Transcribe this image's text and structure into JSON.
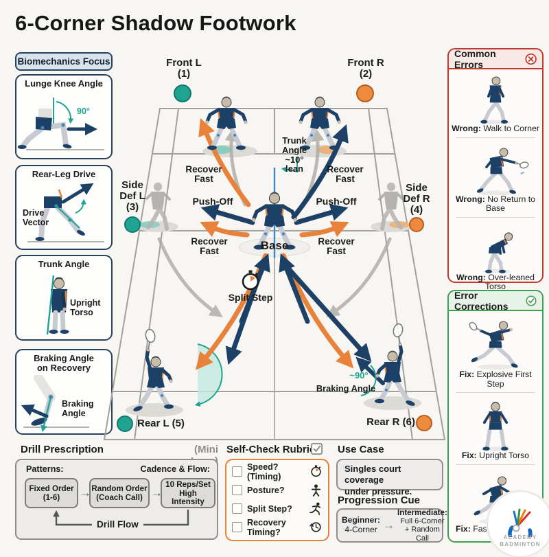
{
  "title": "6-Corner Shadow Footwork",
  "colors": {
    "teal": "#1fa493",
    "orange": "#e8823b",
    "navy": "#1d4066",
    "red": "#c0392b",
    "green": "#3f9e4f"
  },
  "biomech": {
    "header": "Biomechanics Focus",
    "p1": {
      "title": "Lunge Knee Angle",
      "angle": "90°"
    },
    "p2": {
      "title": "Rear-Leg Drive",
      "label1": "Drive",
      "label2": "Vector"
    },
    "p3": {
      "title": "Trunk Angle",
      "label1": "Upright",
      "label2": "Torso"
    },
    "p4": {
      "title1": "Braking Angle",
      "title2": "on Recovery",
      "label1": "Braking",
      "label2": "Angle"
    }
  },
  "court": {
    "front_l1": "Front L",
    "front_l2": "(1)",
    "front_r1": "Front R",
    "front_r2": "(2)",
    "side_l1": "Side",
    "side_l2": "Def L",
    "side_l3": "(3)",
    "side_r1": "Side",
    "side_r2": "Def R",
    "side_r3": "(4)",
    "rear_l": "Rear L (5)",
    "rear_r": "Rear R (6)",
    "base": "Base",
    "split_step": "Split Step",
    "push_off": "Push-Off",
    "recover1": "Recover",
    "recover2": "Fast",
    "trunk1": "Trunk",
    "trunk2": "Angle",
    "trunk3": "~10°",
    "trunk4": "lean",
    "brake_deg": "~90°",
    "brake_label": "Braking Angle"
  },
  "errors": {
    "header": "Common Errors",
    "items": [
      {
        "prefix": "Wrong:",
        "text": " Walk to Corner"
      },
      {
        "prefix": "Wrong:",
        "text": " No Return to Base"
      },
      {
        "prefix": "Wrong:",
        "text": " Over-leaned Torso"
      }
    ]
  },
  "fixes": {
    "header": "Error Corrections",
    "items": [
      {
        "prefix": "Fix:",
        "text": " Explosive First Step"
      },
      {
        "prefix": "Fix:",
        "text": " Upright Torso"
      },
      {
        "prefix": "Fix:",
        "text": " Fast Ba"
      }
    ]
  },
  "drill": {
    "title": "Drill Prescription",
    "subtitle": "(Mini Lane)",
    "patterns": "Patterns:",
    "cadence": "Cadence & Flow:",
    "box1a": "Fixed Order",
    "box1b": "(1-6)",
    "box2a": "Random Order",
    "box2b": "(Coach Call)",
    "box3a": "10 Reps/Set",
    "box3b": "High Intensity",
    "arrow": "→",
    "flow": "Drill Flow"
  },
  "rubric": {
    "title": "Self-Check Rubric",
    "items": [
      "Speed? (Timing)",
      "Posture?",
      "Split Step?",
      "Recovery Timing?"
    ]
  },
  "use_case": {
    "title": "Use Case",
    "line1": "Singles court coverage",
    "line2": "under pressure."
  },
  "progression": {
    "title": "Progression Cue",
    "b1": "Beginner:",
    "b2": "4-Corner",
    "arrow": "→",
    "i1": "Intermediate:",
    "i2": "Full 6-Corner",
    "i3": "+ Random Call"
  },
  "logo": {
    "line1": "ACADEMY",
    "line2": "BADMINTON"
  }
}
